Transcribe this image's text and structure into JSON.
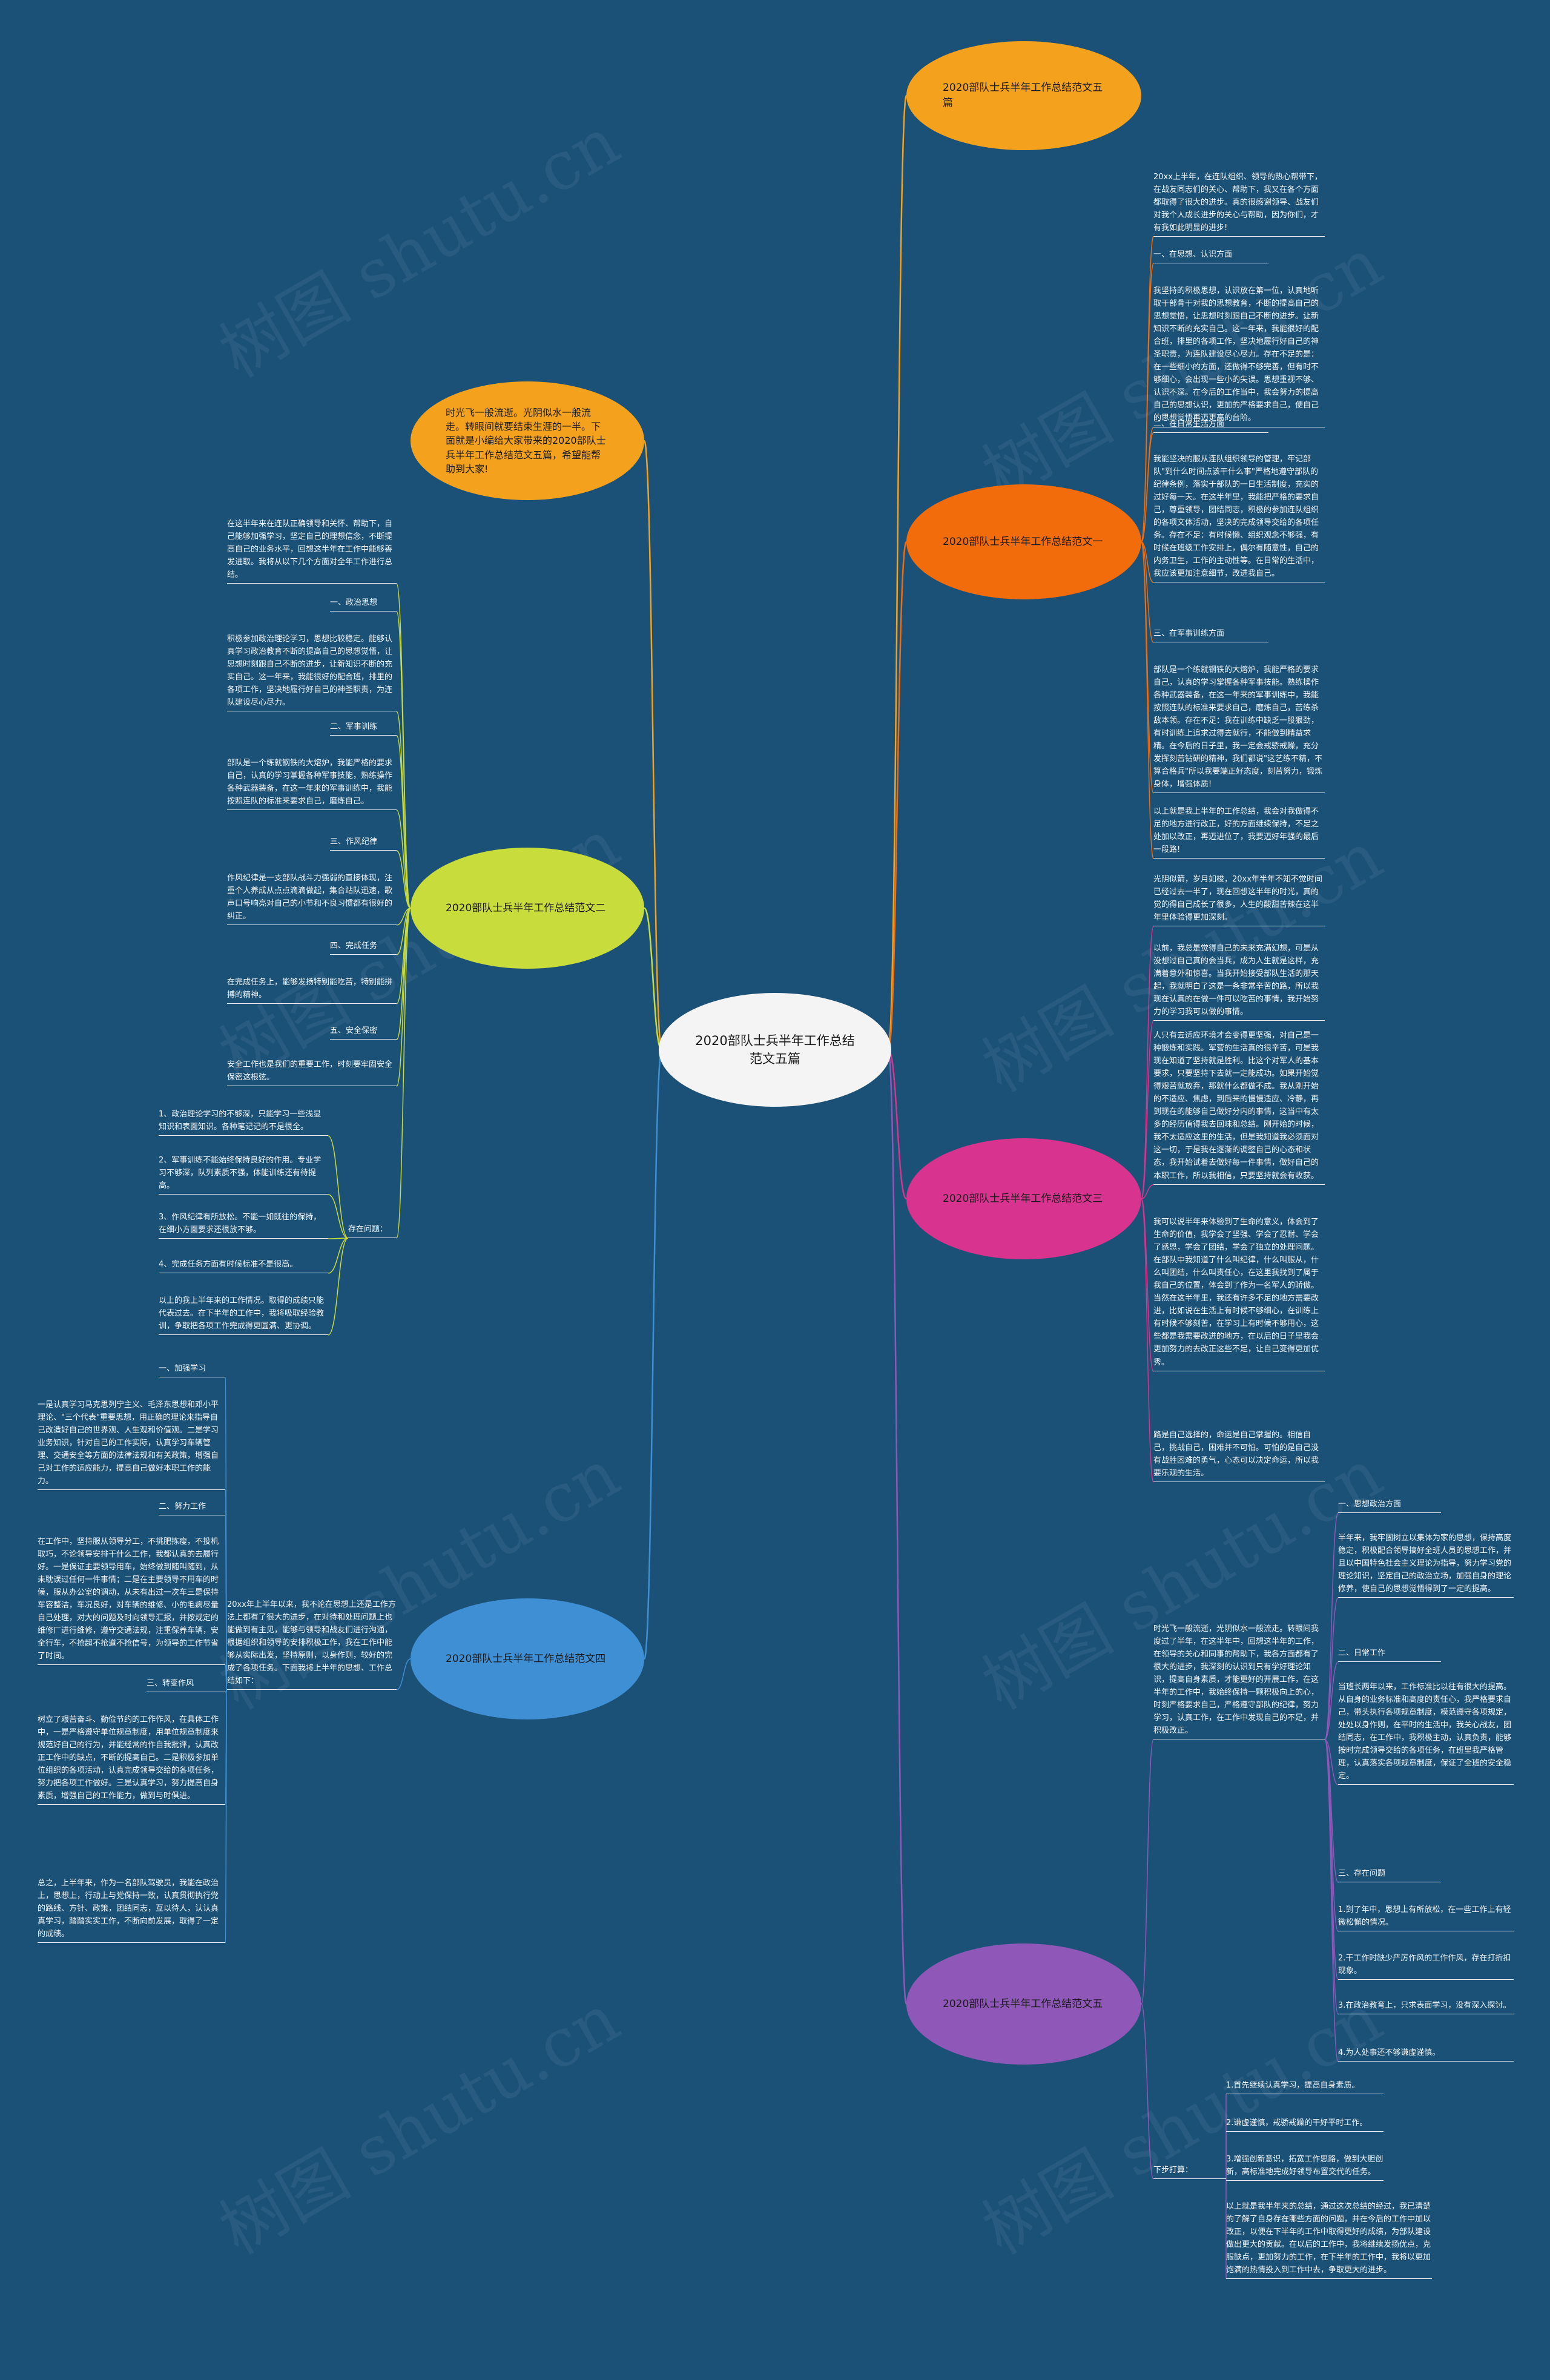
{
  "watermark": "树图 shutu.cn",
  "center": {
    "label": "2020部队士兵半年工作总结范文五篇"
  },
  "intro": "时光飞一般流逝。光阴似水一般流走。转眼间就要结束生涯的一半。下面就是小编给大家带来的2020部队士兵半年工作总结范文五篇，希望能帮助到大家!",
  "branches": {
    "b5top": {
      "label": "2020部队士兵半年工作总结范文五篇"
    },
    "b1": {
      "label": "2020部队士兵半年工作总结范文一",
      "items": [
        "20xx上半年，在连队组织、领导的热心帮带下，在战友同志们的关心、帮助下，我又在各个方面都取得了很大的进步。真的很感谢领导、战友们对我个人成长进步的关心与帮助，因为你们，才有我如此明显的进步!",
        "一、在思想、认识方面",
        "我坚持的积极思想，认识放在第一位，认真地听取干部骨干对我的思想教育，不断的提高自己的思想觉悟，让思想时刻跟自己不断的进步。让新知识不断的充实自己。这一年来，我能很好的配合班，排里的各项工作，坚决地履行好自己的神圣职责，为连队建设尽心尽力。存在不足的是：在一些细小的方面，还做得不够完善，但有时不够细心，会出现一些小的失误。思想重视不够、认识不深。在今后的工作当中，我会努力的提高自己的思想认识，更加的严格要求自己，使自己的思想觉悟再迈更高的台阶。",
        "二、在日常生活方面",
        "我能坚决的服从连队组织领导的管理，牢记部队\"到什么时间点该干什么事\"严格地遵守部队的纪律条例，落实于部队的一日生活制度，充实的过好每一天。在这半年里，我能把严格的要求自己，尊重领导，团结同志，积极的参加连队组织的各项文体活动，坚决的完成领导交给的各项任务。存在不足：有时候懒、组织观念不够强，有时候在班级工作安排上，偶尔有随意性，自己的内务卫生，工作的主动性等。在日常的生活中，我应该更加注意细节，改进我自己。",
        "三、在军事训练方面",
        "部队是一个练就钢铁的大熔炉，我能严格的要求自己，认真的学习掌握各种军事技能。熟练操作各种武器装备，在这一年来的军事训练中，我能按照连队的标准来要求自己，磨炼自己，苦练杀敌本领。存在不足：我在训练中缺乏一股狠劲，有时训练上追求过得去就行，不能做到精益求精。在今后的日子里，我一定会戒骄戒躁，充分发挥刻苦钻研的精神，我们都说\"这艺练不精，不算合格兵\"所以我要端正好态度，刻苦努力，锻炼身体，增强体质!",
        "以上就是我上半年的工作总结，我会对我做得不足的地方进行改正，好的方面继续保持，不足之处加以改正，再迈进位了，我要迈好年强的最后一段路!"
      ]
    },
    "b2": {
      "label": "2020部队士兵半年工作总结范文二",
      "items": [
        "在这半年来在连队正确领导和关怀、帮助下，自己能够加强学习，坚定自己的理想信念，不断提高自己的业务水平，回想这半年在工作中能够善发进取。我将从以下几个方面对全年工作进行总结。",
        "一、政治思想",
        "积极参加政治理论学习，思想比较稳定。能够认真学习政治教育不断的提高自己的思想觉悟，让思想时刻跟自己不断的进步，让新知识不断的充实自己。这一年来，我能很好的配合班，排里的各项工作，坚决地履行好自己的神圣职责，为连队建设尽心尽力。",
        "二、军事训练",
        "部队是一个练就钢铁的大熔炉，我能严格的要求自己，认真的学习掌握各种军事技能，熟练操作各种武器装备，在这一年来的军事训练中，我能按照连队的标准来要求自己，磨炼自己。",
        "三、作风纪律",
        "作风纪律是一支部队战斗力强弱的直接体现，注重个人养成从点点滴滴做起，集合站队迅速，歌声口号响亮对自己的小节和不良习惯都有很好的纠正。",
        "四、完成任务",
        "在完成任务上，能够发扬特别能吃苦，特别能拼搏的精神。",
        "五、安全保密",
        "安全工作也是我们的重要工作，时刻要牢固安全保密这根弦。",
        "存在问题：",
        "1、政治理论学习的不够深，只能学习一些浅显知识和表面知识。各种笔记记的不是很全。",
        "2、军事训练不能始终保持良好的作用。专业学习不够深，队列素质不强，体能训练还有待提高。",
        "3、作风纪律有所放松。不能一如既往的保持，在细小方面要求还很放不够。",
        "4、完成任务方面有时候标准不是很高。",
        "以上的我上半年来的工作情况。取得的成绩只能代表过去。在下半年的工作中，我将吸取经验教训，争取把各项工作完成得更圆满、更协调。"
      ]
    },
    "b3": {
      "label": "2020部队士兵半年工作总结范文三",
      "items": [
        "光阴似箭，岁月如梭，20xx年半年不知不觉时间已经过去一半了，现在回想这半年的时光，真的觉的得自己成长了很多，人生的酸甜苦辣在这半年里体验得更加深刻。",
        "以前，我总是觉得自己的未来充满幻想，可是从没想过自己真的会当兵，成为人生就是这样，充满着意外和惊喜。当我开始接受部队生活的那天起，我就明白了这是一条非常辛苦的路，所以我现在认真的在做一件可以吃苦的事情，我开始努力的学习我可以做的事情。",
        "人只有去适应环境才会变得更坚强，对自己是一种锻炼和实践。军营的生活真的很辛苦，可是我现在知道了坚持就是胜利。比这个对军人的基本要求，只要坚持下去就一定能成功。如果开始觉得艰苦就放弃，那就什么都做不成。我从刚开始的不适应、焦虑，到后来的慢慢适应、冷静，再到现在的能够自己做好分内的事情，这当中有太多的经历值得我去回味和总结。刚开始的时候，我不太适应这里的生活，但是我知道我必须面对这一切，于是我在逐渐的调整自己的心态和状态，我开始试着去做好每一件事情，做好自己的本职工作，所以我相信，只要坚持就会有收获。",
        "我可以说半年来体验到了生命的意义，体会到了生命的价值，我学会了坚强、学会了忍耐、学会了感恩，学会了团结，学会了独立的处理问题。在部队中我知道了什么叫纪律，什么叫服从，什么叫团结，什么叫责任心，在这里我找到了属于我自己的位置，体会到了作为一名军人的骄傲。当然在这半年里，我还有许多不足的地方需要改进，比如说在生活上有时候不够细心，在训练上有时候不够刻苦，在学习上有时候不够用心，这些都是我需要改进的地方，在以后的日子里我会更加努力的去改正这些不足，让自己变得更加优秀。",
        "路是自己选择的，命运是自己掌握的。相信自己，挑战自己，困难并不可怕。可怕的是自己没有战胜困难的勇气，心态可以决定命运，所以我要乐观的生活。"
      ]
    },
    "b4": {
      "label": "2020部队士兵半年工作总结范文四",
      "intro": "20xx年上半年以来，我不论在思想上还是工作方法上都有了很大的进步，在对待和处理问题上也能做到有主见，能够与领导和战友们进行沟通，根据组织和领导的安排积极工作，我在工作中能够从实际出发，坚持原则，以身作则，较好的完成了各项任务。下面我将上半年的思想、工作总结如下：",
      "items": [
        "一、加强学习",
        "一是认真学习马克思列宁主义、毛泽东思想和邓小平理论、\"三个代表\"重要思想，用正确的理论来指导自己改造好自己的世界观、人生观和价值观。二是学习业务知识，针对自己的工作实际，认真学习车辆管理、交通安全等方面的法律法规和有关政策，增强自己对工作的适应能力，提高自己做好本职工作的能力。",
        "二、努力工作",
        "在工作中，坚持服从领导分工，不挑肥拣瘦，不投机取巧，不论领导安排干什么工作，我都认真的去履行好。一是保证主要领导用车，始终做到随叫随到，从未耽误过任何一件事情；二是在主要领导不用车的时候，服从办公室的调动，从未有出过一次车三是保持车容整洁，车况良好，对车辆的维修、小的毛病尽量自己处理，对大的问题及时向领导汇报，并按规定的维修厂进行维修，遵守交通法规，注重保养车辆，安全行车，不抢超不抢道不抢信号，为领导的工作节省了时间。",
        "三、转变作风",
        "树立了艰苦奋斗、勤俭节约的工作作风，在具体工作中，一是严格遵守单位规章制度，用单位规章制度来规范好自己的行为，并能经常的作自我批评，认真改正工作中的缺点，不断的提高自己。二是积极参加单位组织的各项活动，认真完成领导交给的各项任务，努力把各项工作做好。三是认真学习，努力提高自身素质，增强自己的工作能力，做到与时俱进。",
        "总之，上半年来，作为一名部队驾驶员，我能在政治上，思想上，行动上与党保持一致，认真贯彻执行党的路线、方针、政策，团结同志，互以待人，认认真真学习，踏踏实实工作，不断向前发展，取得了一定的成绩。"
      ]
    },
    "b5": {
      "label": "2020部队士兵半年工作总结范文五",
      "intro": "时光飞一般流逝，光阴似水一般流走。转眼间我度过了半年，在这半年中，回想这半年的工作，在领导的关心和同事的帮助下，我各方面都有了很大的进步，我深刻的认识到只有学好理论知识，提高自身素质，才能更好的开展工作，在这半年的工作中，我始终保持一颗积极向上的心，时刻严格要求自己，严格遵守部队的纪律，努力学习，认真工作，在工作中发现自己的不足，并积极改正。",
      "items": [
        "一、思想政治方面",
        "半年来，我牢固树立以集体为家的思想，保持高度稳定，积极配合领导搞好全班人员的思想工作，并且以中国特色社会主义理论为指导，努力学习党的理论知识，坚定自己的政治立场，加强自身的理论修养，使自己的思想觉悟得到了一定的提高。",
        "二、日常工作",
        "当班长两年以来，工作标准比以往有很大的提高。从自身的业务标准和高度的责任心，我严格要求自己，带头执行各项规章制度，模范遵守各项规定，处处以身作则，在平时的生活中，我关心战友，团结同志，在工作中，我积极主动，认真负责，能够按时完成领导交给的各项任务，在班里我严格管理，认真落实各项规章制度，保证了全班的安全稳定。",
        "三、存在问题",
        "1.到了年中，思想上有所放松，在一些工作上有轻微松懈的情况。",
        "2.干工作时缺少严厉作风的工作作风，存在打折扣现象。",
        "3.在政治教育上，只求表面学习，没有深入探讨。",
        "4.为人处事还不够谦虚谨慎。",
        "下步打算：",
        "1.首先继续认真学习，提高自身素质。",
        "2.谦虚谨慎，戒骄戒躁的干好平时工作。",
        "3.增强创新意识，拓宽工作思路，做到大胆创新，高标准地完成好领导布置交代的任务。",
        "以上就是我半年来的总结，通过这次总结的经过，我已清楚的了解了自身存在哪些方面的问题，并在今后的工作中加以改正，以便在下半年的工作中取得更好的成绩，为部队建设做出更大的贡献。在以后的工作中，我将继续发扬优点，克服缺点，更加努力的工作，在下半年的工作中，我将以更加饱满的热情投入到工作中去，争取更大的进步。"
      ]
    }
  }
}
